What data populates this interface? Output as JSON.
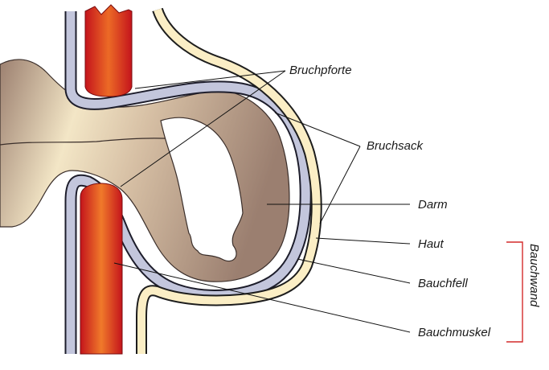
{
  "labels": {
    "bruchpforte": "Bruchpforte",
    "bruchsack": "Bruchsack",
    "darm": "Darm",
    "haut": "Haut",
    "bauchfell": "Bauchfell",
    "bauchmuskel": "Bauchmuskel",
    "bauchwand": "Bauchwand"
  },
  "colors": {
    "muscle_outer": "#c4141c",
    "muscle_inner": "#f07a2a",
    "intestine_light": "#f1e3c2",
    "intestine_dark": "#a38776",
    "peritoneum": "#c3c6dc",
    "skin": "#fbeec5",
    "bracket": "#d42a2a"
  }
}
